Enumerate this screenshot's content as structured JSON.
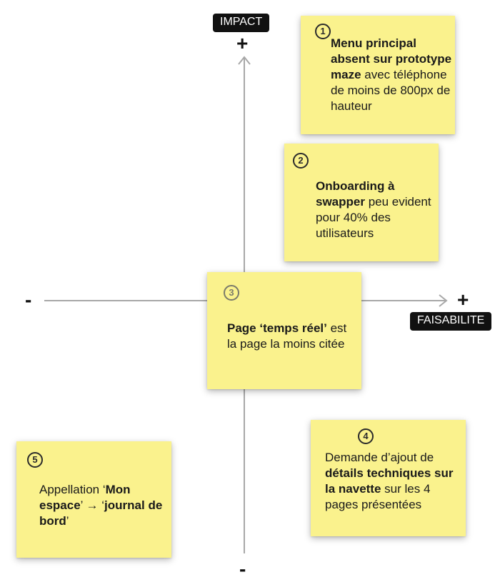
{
  "axes": {
    "vertical_label": "IMPACT",
    "horizontal_label": "FAISABILITE",
    "plus_top": "+",
    "minus_bottom": "-",
    "plus_right": "+",
    "minus_left": "-",
    "line_color": "#a8a8a8"
  },
  "colors": {
    "note_background": "#faf28d",
    "tag_background": "#111111",
    "tag_text": "#ffffff"
  },
  "notes": [
    {
      "number": "1",
      "bold": "Menu principal absent sur prototype maze",
      "text": " avec téléphone de moins de 800px de hauteur"
    },
    {
      "number": "2",
      "bold": "Onboarding à swapper",
      "text": " peu evident pour 40% des utilisateurs"
    },
    {
      "number": "3",
      "bold": "Page ‘temps réel’",
      "text": " est la page la moins citée"
    },
    {
      "number": "4",
      "pre": "Demande d’ajout de ",
      "bold": "détails techniques sur la navette",
      "text": " sur les 4 pages présentées"
    },
    {
      "number": "5",
      "pre": "Appellation ‘",
      "bold": "Mon espace",
      "mid": "’ → ‘",
      "bold2": "journal de bord",
      "text": "’"
    }
  ]
}
